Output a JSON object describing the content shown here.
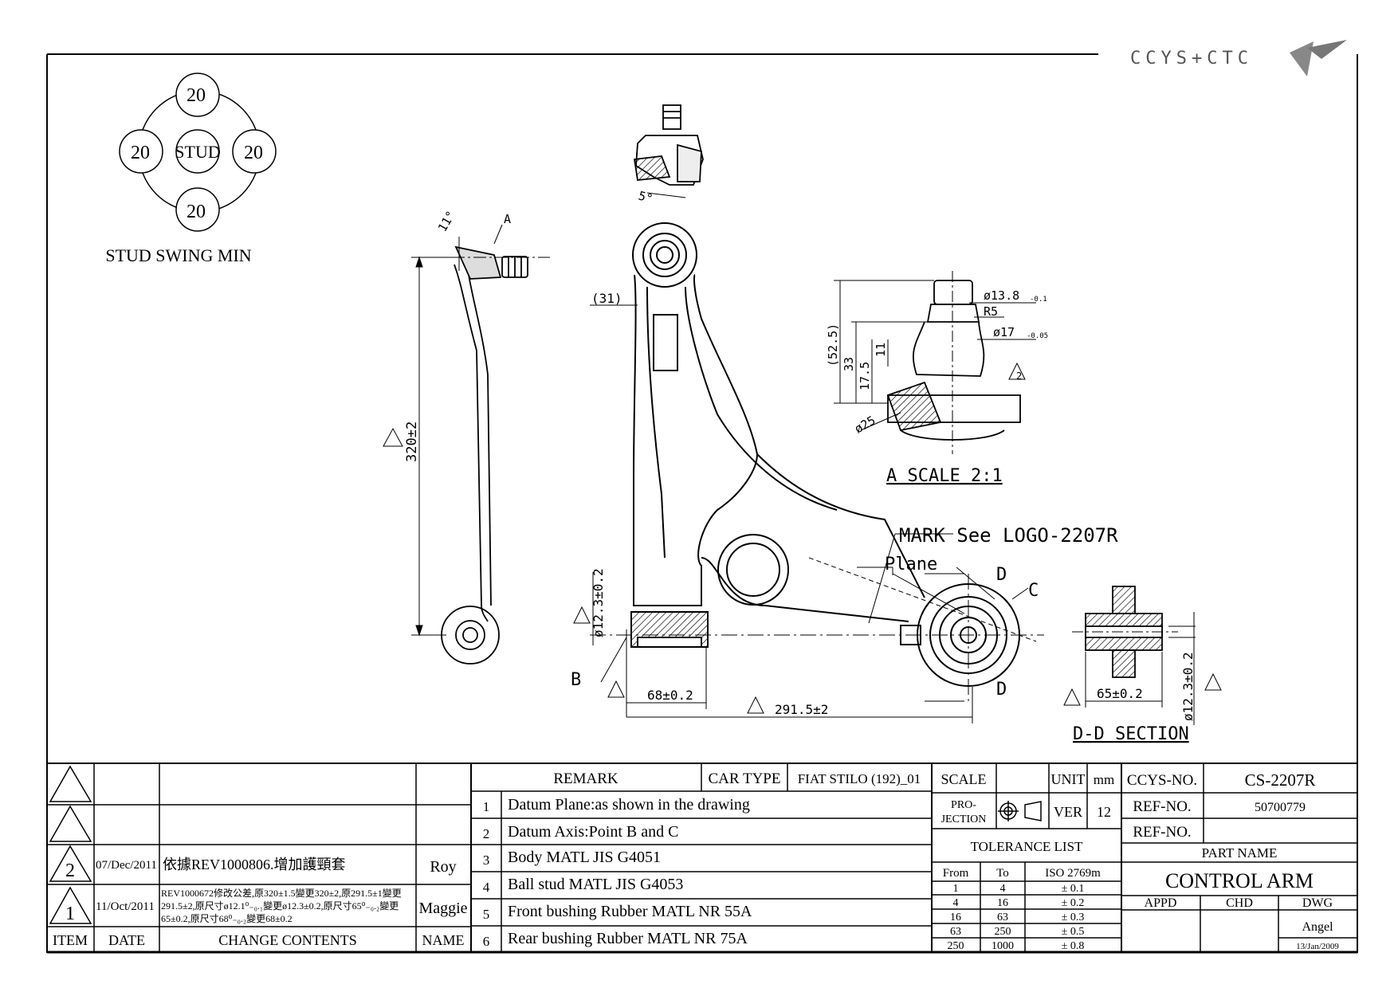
{
  "logo": {
    "text": "CCYS+CTC"
  },
  "stud_swing": {
    "top": "20",
    "left": "20",
    "right": "20",
    "bottom": "20",
    "center": "STUD",
    "caption": "STUD SWING MIN"
  },
  "dimensions": {
    "length": "320±2",
    "angle_side": "11°",
    "view_a": "A",
    "angle_top": "5°",
    "offset": "(31)",
    "bore_left": "ø12.3±0.2",
    "width_left": "68±0.2",
    "span": "291.5±2",
    "point_b": "B",
    "point_c": "C",
    "section_mark": "D",
    "d_width": "65±0.2",
    "d_bore": "ø12.3±0.2",
    "detail_d1": "ø13.8",
    "detail_d1_tol": "-0.1",
    "detail_r": "R5",
    "detail_d2": "ø17",
    "detail_d2_tol": "-0.05",
    "detail_h1": "(52.5)",
    "detail_h2": "33",
    "detail_h3": "17.5",
    "detail_h4": "11",
    "detail_d3": "ø25",
    "rev_mark_2": "2",
    "rev_mark_1": "1"
  },
  "captions": {
    "detail": "A SCALE 2:1",
    "section": "D-D SECTION",
    "mark": "MARK See LOGO-2207R",
    "plane": "Plane"
  },
  "revisions": {
    "headers": {
      "item": "ITEM",
      "date": "DATE",
      "change": "CHANGE CONTENTS",
      "name": "NAME"
    },
    "rows": [
      {
        "item": "",
        "date": "",
        "change": "",
        "name": ""
      },
      {
        "item": "",
        "date": "",
        "change": "",
        "name": ""
      },
      {
        "item": "2",
        "date": "07/Dec/2011",
        "change": "依據REV1000806.增加護頸套",
        "name": "Roy"
      },
      {
        "item": "1",
        "date": "11/Oct/2011",
        "change_lines": [
          "REV1000672修改公差,原320±1.5變更320±2,原291.5±1變更",
          "291.5±2,原尺寸ø12.1⁰₋₀.₁變更ø12.3±0.2,原尺寸65⁰₋₀.₂變更",
          "65±0.2,原尺寸68⁰₋₀.₂變更68±0.2"
        ],
        "name": "Maggie"
      }
    ]
  },
  "remarks": {
    "header": "REMARK",
    "car_type_label": "CAR TYPE",
    "car_type": "FIAT STILO (192)_01",
    "items": [
      {
        "no": "1",
        "text": "Datum Plane:as shown in the drawing"
      },
      {
        "no": "2",
        "text": "Datum Axis:Point B and C"
      },
      {
        "no": "3",
        "text": "Body MATL JIS G4051"
      },
      {
        "no": "4",
        "text": "Ball stud MATL JIS G4053"
      },
      {
        "no": "5",
        "text": "Front bushing Rubber MATL NR 55A"
      },
      {
        "no": "6",
        "text": "Rear bushing Rubber MATL NR 75A"
      }
    ]
  },
  "title_block": {
    "scale_label": "SCALE",
    "scale_value": "",
    "unit_label": "UNIT",
    "unit_value": "mm",
    "projection_label_1": "PRO-",
    "projection_label_2": "JECTION",
    "ver_label": "VER",
    "ver_value": "12",
    "ccys_label": "CCYS-NO.",
    "ccys_value": "CS-2207R",
    "ref1_label": "REF-NO.",
    "ref1_value": "50700779",
    "ref2_label": "REF-NO.",
    "ref2_value": "",
    "part_name_label": "PART NAME",
    "part_name": "CONTROL ARM",
    "appd": "APPD",
    "chd": "CHD",
    "dwg": "DWG",
    "drawn_by": "Angel",
    "date": "13/Jan/2009"
  },
  "tolerance": {
    "title": "TOLERANCE LIST",
    "headers": [
      "From",
      "To",
      "ISO 2769m"
    ],
    "rows": [
      [
        "1",
        "4",
        "± 0.1"
      ],
      [
        "4",
        "16",
        "± 0.2"
      ],
      [
        "16",
        "63",
        "± 0.3"
      ],
      [
        "63",
        "250",
        "± 0.5"
      ],
      [
        "250",
        "1000",
        "± 0.8"
      ]
    ]
  }
}
